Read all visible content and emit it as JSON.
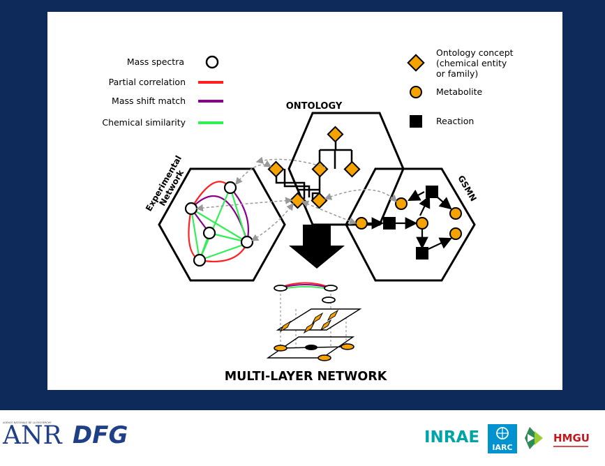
{
  "colors": {
    "background": "#0d2a5b",
    "partial_correlation": "#ff2020",
    "mass_shift": "#8b008b",
    "chemical_similarity": "#33ee55",
    "orange": "#f5a300",
    "inrae": "#00a3a6",
    "iarc": "#0093d0",
    "hmgu": "#c4161c",
    "dfg": "#1f3f86"
  },
  "legend_left": {
    "mass_spectra": "Mass spectra",
    "partial_correlation": "Partial correlation",
    "mass_shift_match": "Mass shift match",
    "chemical_similarity": "Chemical similarity"
  },
  "legend_right": {
    "ontology_concept_1": "Ontology concept",
    "ontology_concept_2": "(chemical entity",
    "ontology_concept_3": "or family)",
    "metabolite": "Metabolite",
    "reaction": "Reaction"
  },
  "titles": {
    "ontology": "ONTOLOGY",
    "experimental_1": "Experimental",
    "experimental_2": "Network",
    "gsmn": "GSMN",
    "multilayer": "MULTI-LAYER NETWORK"
  },
  "logos": {
    "anr": "ANR",
    "anr_small": "AGENCE NATIONALE DE LA RECHERCHE",
    "dfg": "DFG",
    "inrae": "INRAE",
    "iarc": "IARC",
    "hmgu": "HMGU"
  }
}
